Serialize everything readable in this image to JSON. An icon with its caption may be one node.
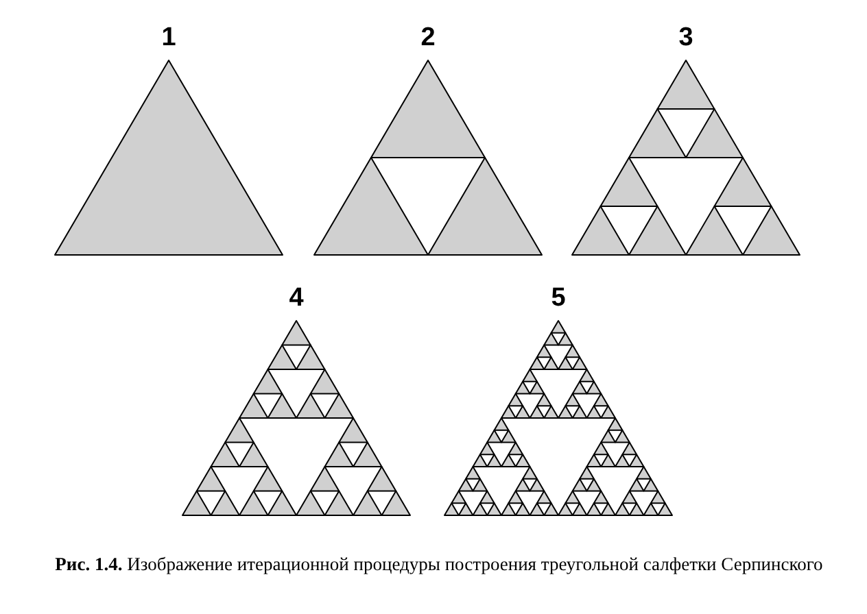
{
  "diagram": {
    "caption": "**Рис. 1.4.** Изображение итерационной процедуры построения треугольной салфетки Серпинского",
    "labels": [
      "1",
      "2",
      "3",
      "4",
      "5"
    ]
  }
}
